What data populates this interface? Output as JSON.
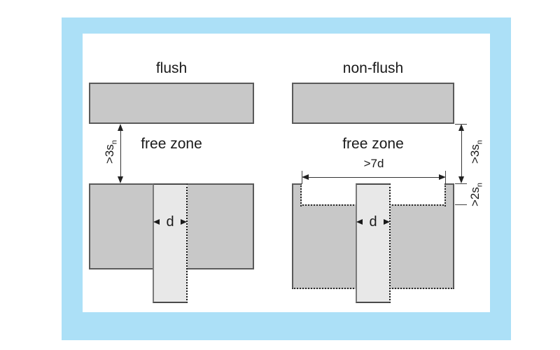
{
  "colors": {
    "frame_blue": "#ace0f7",
    "metal_fill": "#c8c8c8",
    "metal_border": "#5a5a5a",
    "sensor_fill": "#e8e8e8",
    "line_dark": "#222222"
  },
  "left_diagram": {
    "title": "flush",
    "free_zone_label": "free zone",
    "clearance_dim": {
      "main": ">3s",
      "sub": "n"
    },
    "diameter_dim": "d"
  },
  "right_diagram": {
    "title": "non-flush",
    "free_zone_label": "free zone",
    "clearance_dim": {
      "main": ">3s",
      "sub": "n"
    },
    "recess_depth_dim": {
      "main": ">2s",
      "sub": "n"
    },
    "recess_width_dim": ">7d",
    "diameter_dim": "d"
  }
}
